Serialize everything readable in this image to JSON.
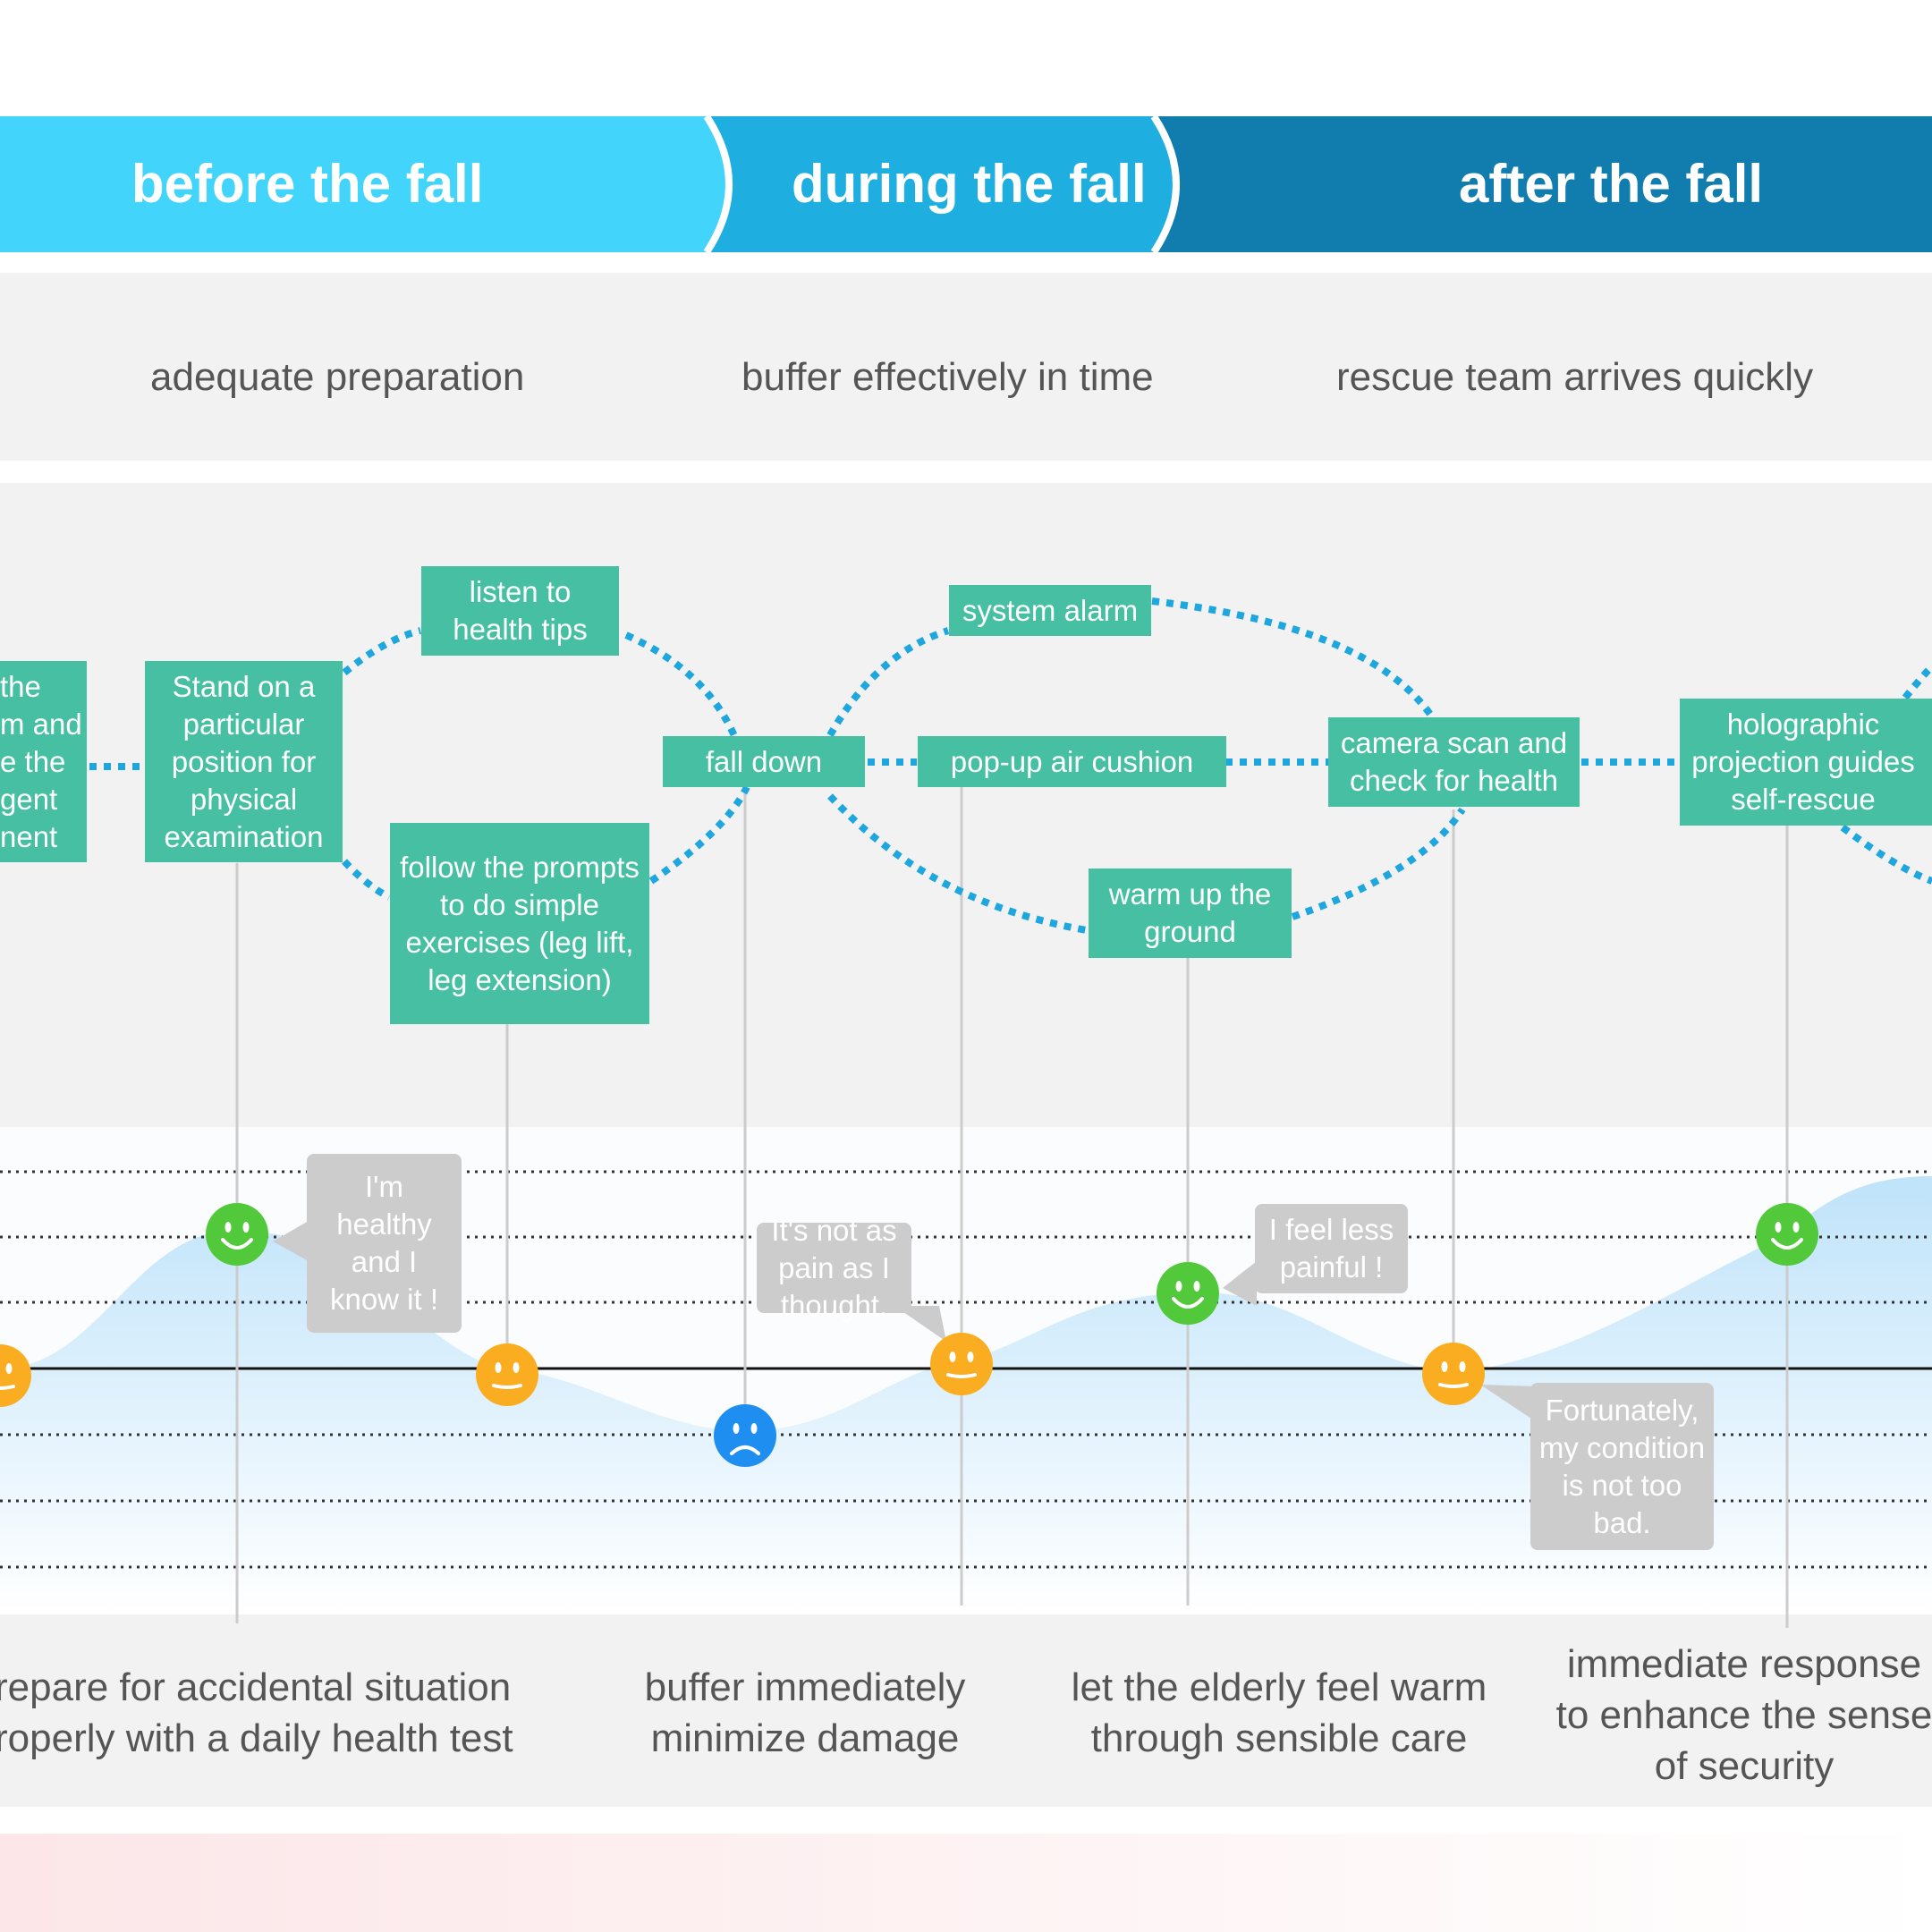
{
  "phases": [
    {
      "label": "before the fall",
      "color": "#42d4fb"
    },
    {
      "label": "during the fall",
      "color": "#1eafe0"
    },
    {
      "label": "after the fall",
      "color": "#117dae"
    }
  ],
  "goals": [
    "adequate preparation",
    "buffer effectively in time",
    "rescue team arrives quickly"
  ],
  "nodes": {
    "cut_left": [
      "the",
      "m and",
      "e the",
      "gent",
      "nent"
    ],
    "stand": "Stand on a particular position for physical examination",
    "listen": "listen to health tips",
    "follow": "follow the prompts to do simple exercises (leg lift, leg extension)",
    "fall_down": "fall down",
    "system_alarm": "system alarm",
    "air_cushion": "pop-up air cushion",
    "warm_ground": "warm up the ground",
    "camera_scan": "camera scan and check for health",
    "holographic": "holographic projection guides self-rescue"
  },
  "bubbles": {
    "healthy": "I'm healthy and I know it !",
    "not_as_pain": "It's not as pain as I thought.",
    "less_painful": "I feel less painful !",
    "fortunately": "Fortunately, my condition is not too bad."
  },
  "emotions": [
    {
      "id": "edge",
      "mood": "neutral"
    },
    {
      "id": "stand",
      "mood": "happy"
    },
    {
      "id": "follow",
      "mood": "neutral"
    },
    {
      "id": "fall_down",
      "mood": "sad"
    },
    {
      "id": "air_cushion",
      "mood": "neutral"
    },
    {
      "id": "warm_ground",
      "mood": "happy"
    },
    {
      "id": "camera_scan",
      "mood": "neutral"
    },
    {
      "id": "holographic",
      "mood": "happy"
    }
  ],
  "mood_colors": {
    "happy": "#52c93a",
    "neutral": "#fbad22",
    "sad": "#1e8ef0"
  },
  "outcomes": [
    {
      "lines": [
        "repare for accidental situation",
        "roperly with a daily health test"
      ]
    },
    {
      "lines": [
        "buffer immediately",
        "minimize damage"
      ]
    },
    {
      "lines": [
        "let the elderly feel warm",
        "through sensible care"
      ]
    },
    {
      "lines": [
        "immediate response",
        "to enhance the sense",
        "of security"
      ]
    }
  ]
}
